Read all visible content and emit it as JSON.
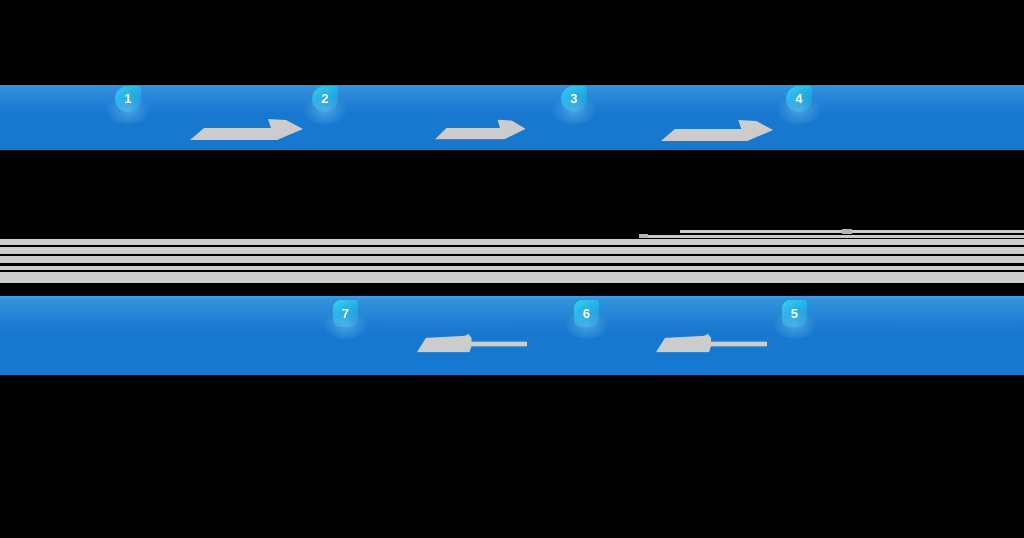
{
  "flow": {
    "top_steps": [
      {
        "label": "1"
      },
      {
        "label": "2"
      },
      {
        "label": "3"
      },
      {
        "label": "4"
      }
    ],
    "bottom_steps": [
      {
        "label": "7"
      },
      {
        "label": "6"
      },
      {
        "label": "5"
      }
    ]
  },
  "colors": {
    "background": "#000000",
    "band_blue": "#1778d0",
    "band_top_highlight": "#1e86da",
    "badge_cyan": "#3bd0f2",
    "badge_blue": "#1b84d8",
    "arrow_gray": "#cccccc",
    "stripe_gray": "#cdcdcd"
  }
}
